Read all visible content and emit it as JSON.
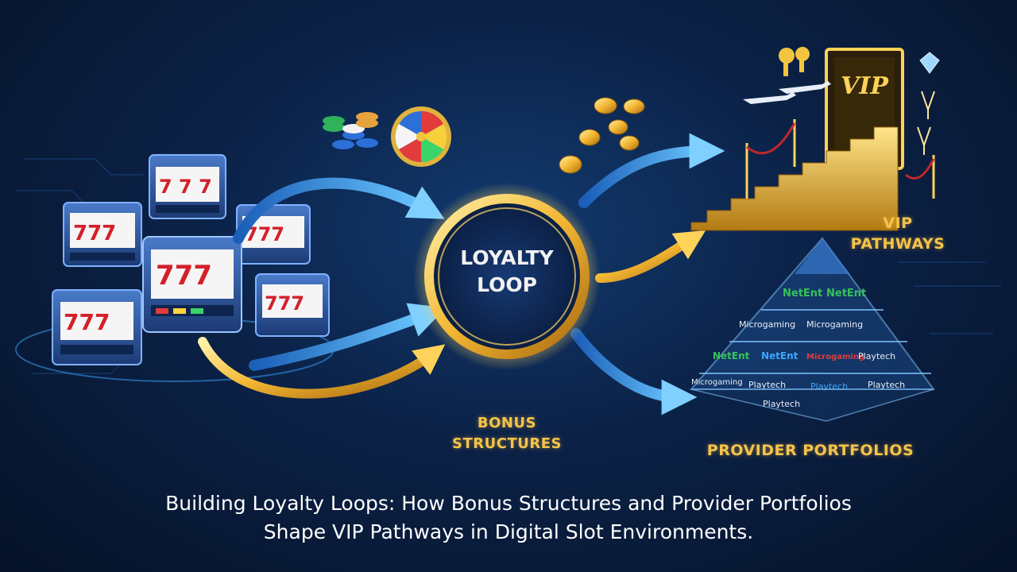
{
  "diagram": {
    "center": {
      "line1": "LOYALTY",
      "line2": "LOOP"
    },
    "vip": {
      "line1": "VIP",
      "line2": "PATHWAYS"
    },
    "bonus": {
      "line1": "BONUS",
      "line2": "STRUCTURES"
    },
    "portfolios": {
      "label": "PROVIDER PORTFOLIOS"
    },
    "vip_door_text": "VIP",
    "pyramid_brands": {
      "row1": [
        "NetEnt",
        "NetEnt"
      ],
      "row2": [
        "Microgaming",
        "Microgaming"
      ],
      "row3": [
        "NetEnt",
        "NetEnt",
        "Microgaming",
        "Playtech"
      ],
      "row4": [
        "Microgaming",
        "Playtech",
        "Playtech",
        "Playtech",
        "Playtech"
      ]
    }
  },
  "caption": {
    "line1": "Building Loyalty Loops: How Bonus Structures and Provider Portfolios",
    "line2": "Shape VIP Pathways in Digital Slot Environments."
  },
  "colors": {
    "gold": "#f4c44a",
    "blue_arrow": "#3aa6ff",
    "background": "#0b2146"
  }
}
